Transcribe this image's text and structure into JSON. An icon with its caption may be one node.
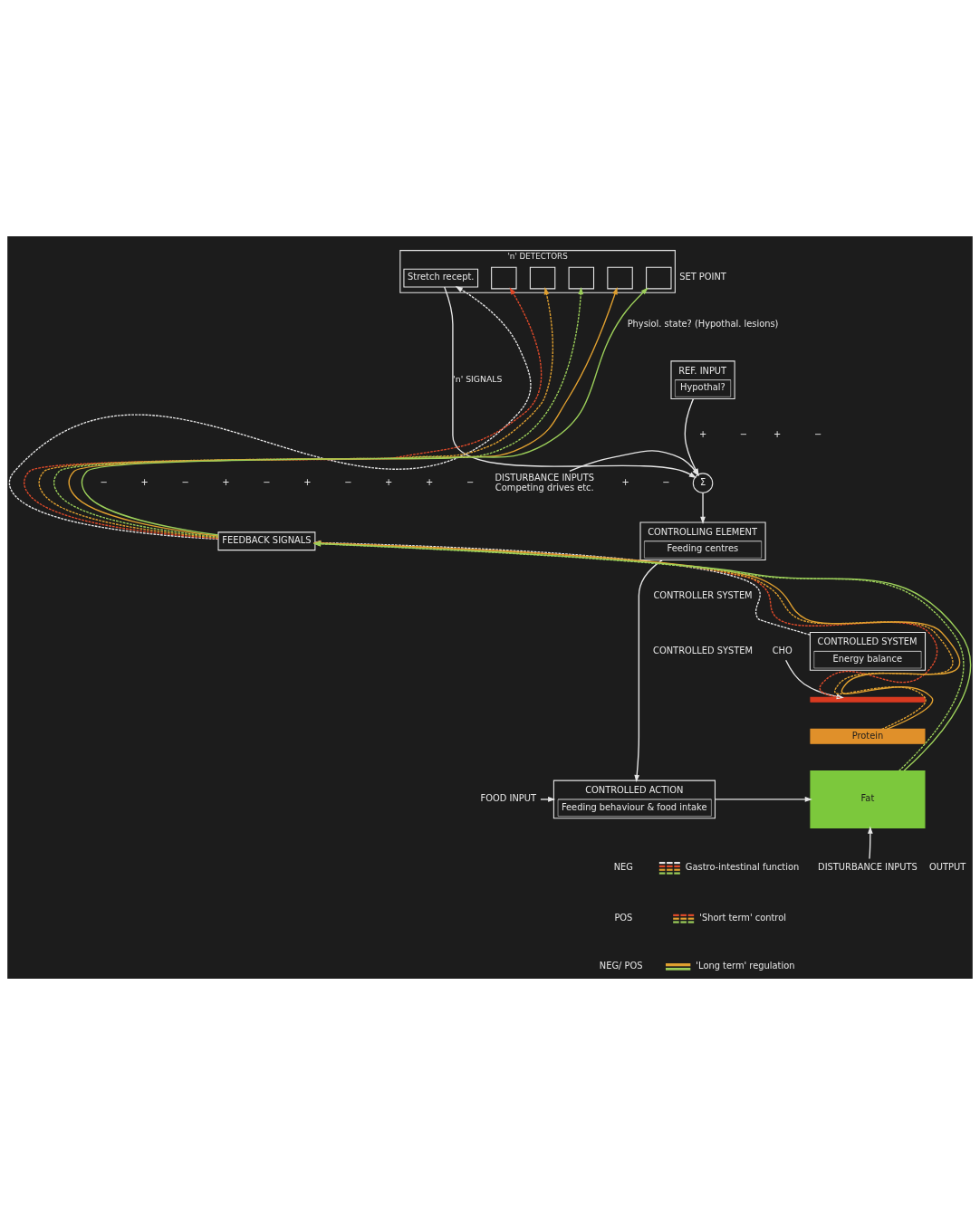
{
  "diagram": {
    "nodes": [
      {
        "text": [
          "'n' DETECTORS"
        ]
      },
      {
        "text": [
          "Stretch recept."
        ],
        "in": 0
      },
      {
        "text": [],
        "shape": "box",
        "in": 0
      },
      {
        "text": [],
        "shape": "box",
        "in": 0
      },
      {
        "text": [],
        "shape": "box",
        "in": 0
      },
      {
        "text": [],
        "shape": "box",
        "in": 0
      },
      {
        "text": [],
        "shape": "box",
        "in": 0
      },
      {
        "text": [
          "REF. INPUT",
          "Hypothal?"
        ]
      },
      {
        "text": [
          "Σ"
        ]
      },
      {
        "text": [
          "DISTURBANCE INPUTS",
          "Competing drives etc."
        ]
      },
      {
        "text": [
          "FEEDBACK SIGNALS"
        ]
      },
      {
        "text": [
          "CONTROLLING ELEMENT",
          "Feeding centres"
        ]
      },
      {
        "text": [
          "CHO"
        ]
      },
      {
        "text": [
          "CONTROLLED SYSTEM",
          "Energy balance"
        ]
      },
      {
        "text": [],
        "shape": "bar"
      },
      {
        "text": [
          "Protein"
        ]
      },
      {
        "text": [
          "FOOD INPUT"
        ]
      },
      {
        "text": [
          "CONTROLLED ACTION",
          "Feeding behaviour & food intake"
        ]
      },
      {
        "text": [
          "Fat"
        ]
      },
      {
        "text": [
          "DISTURBANCE INPUTS"
        ]
      }
    ],
    "edges": [
      {
        "from": 7,
        "to": 8,
        "arrow": "to"
      },
      {
        "from": 1,
        "to": 8,
        "arrow": "to",
        "label": "'n' SIGNALS"
      },
      {
        "from": 9,
        "to": 8,
        "arrow": "to"
      },
      {
        "from": 8,
        "to": 11,
        "arrow": "to"
      },
      {
        "from": 11,
        "to": 17,
        "arrow": "to"
      },
      {
        "from": 16,
        "to": 17,
        "arrow": "to"
      },
      {
        "from": 17,
        "to": 18,
        "arrow": "to"
      },
      {
        "from": 12,
        "to": 14,
        "arrow": "to"
      },
      {
        "from": 19,
        "to": 18,
        "arrow": "to"
      },
      {
        "from": 13,
        "to": 10,
        "arrow": "to",
        "style": "dashed"
      },
      {
        "from": 14,
        "to": 10,
        "arrow": "to",
        "style": "dashed",
        "color": "#e04a2a"
      },
      {
        "from": 15,
        "to": 10,
        "arrow": "to",
        "style": "dashed",
        "color": "#e0a030"
      },
      {
        "from": 18,
        "to": 10,
        "arrow": "to",
        "style": "dashed",
        "color": "#9ccf5a"
      },
      {
        "from": 15,
        "to": 10,
        "arrow": "to",
        "color": "#e0a030"
      },
      {
        "from": 18,
        "to": 10,
        "arrow": "to",
        "color": "#9ccf5a"
      },
      {
        "from": 10,
        "to": 1,
        "arrow": "to",
        "style": "dashed"
      },
      {
        "from": 10,
        "to": 2,
        "arrow": "to",
        "style": "dashed",
        "color": "#e04a2a"
      },
      {
        "from": 10,
        "to": 3,
        "arrow": "to",
        "style": "dashed",
        "color": "#e0a030"
      },
      {
        "from": 10,
        "to": 4,
        "arrow": "to",
        "style": "dashed",
        "color": "#9ccf5a"
      },
      {
        "from": 10,
        "to": 5,
        "arrow": "to",
        "color": "#e0a030"
      },
      {
        "from": 10,
        "to": 6,
        "arrow": "to",
        "color": "#9ccf5a"
      }
    ],
    "labels": [
      "SET POINT",
      "Physiol. state? (Hypothal. lesions)",
      "+",
      "−",
      "+",
      "−",
      "+",
      "−",
      "−",
      "+",
      "−",
      "+",
      "−",
      "+",
      "−",
      "+",
      "+",
      "−",
      "CONTROLLER SYSTEM",
      "CONTROLLED SYSTEM",
      "OUTPUT",
      "NEG",
      "POS",
      "NEG/ POS"
    ],
    "legend": [
      {
        "text": "Gastro-intestinal function"
      },
      {
        "text": "'Short term' control"
      },
      {
        "text": "'Long term' regulation"
      }
    ]
  }
}
